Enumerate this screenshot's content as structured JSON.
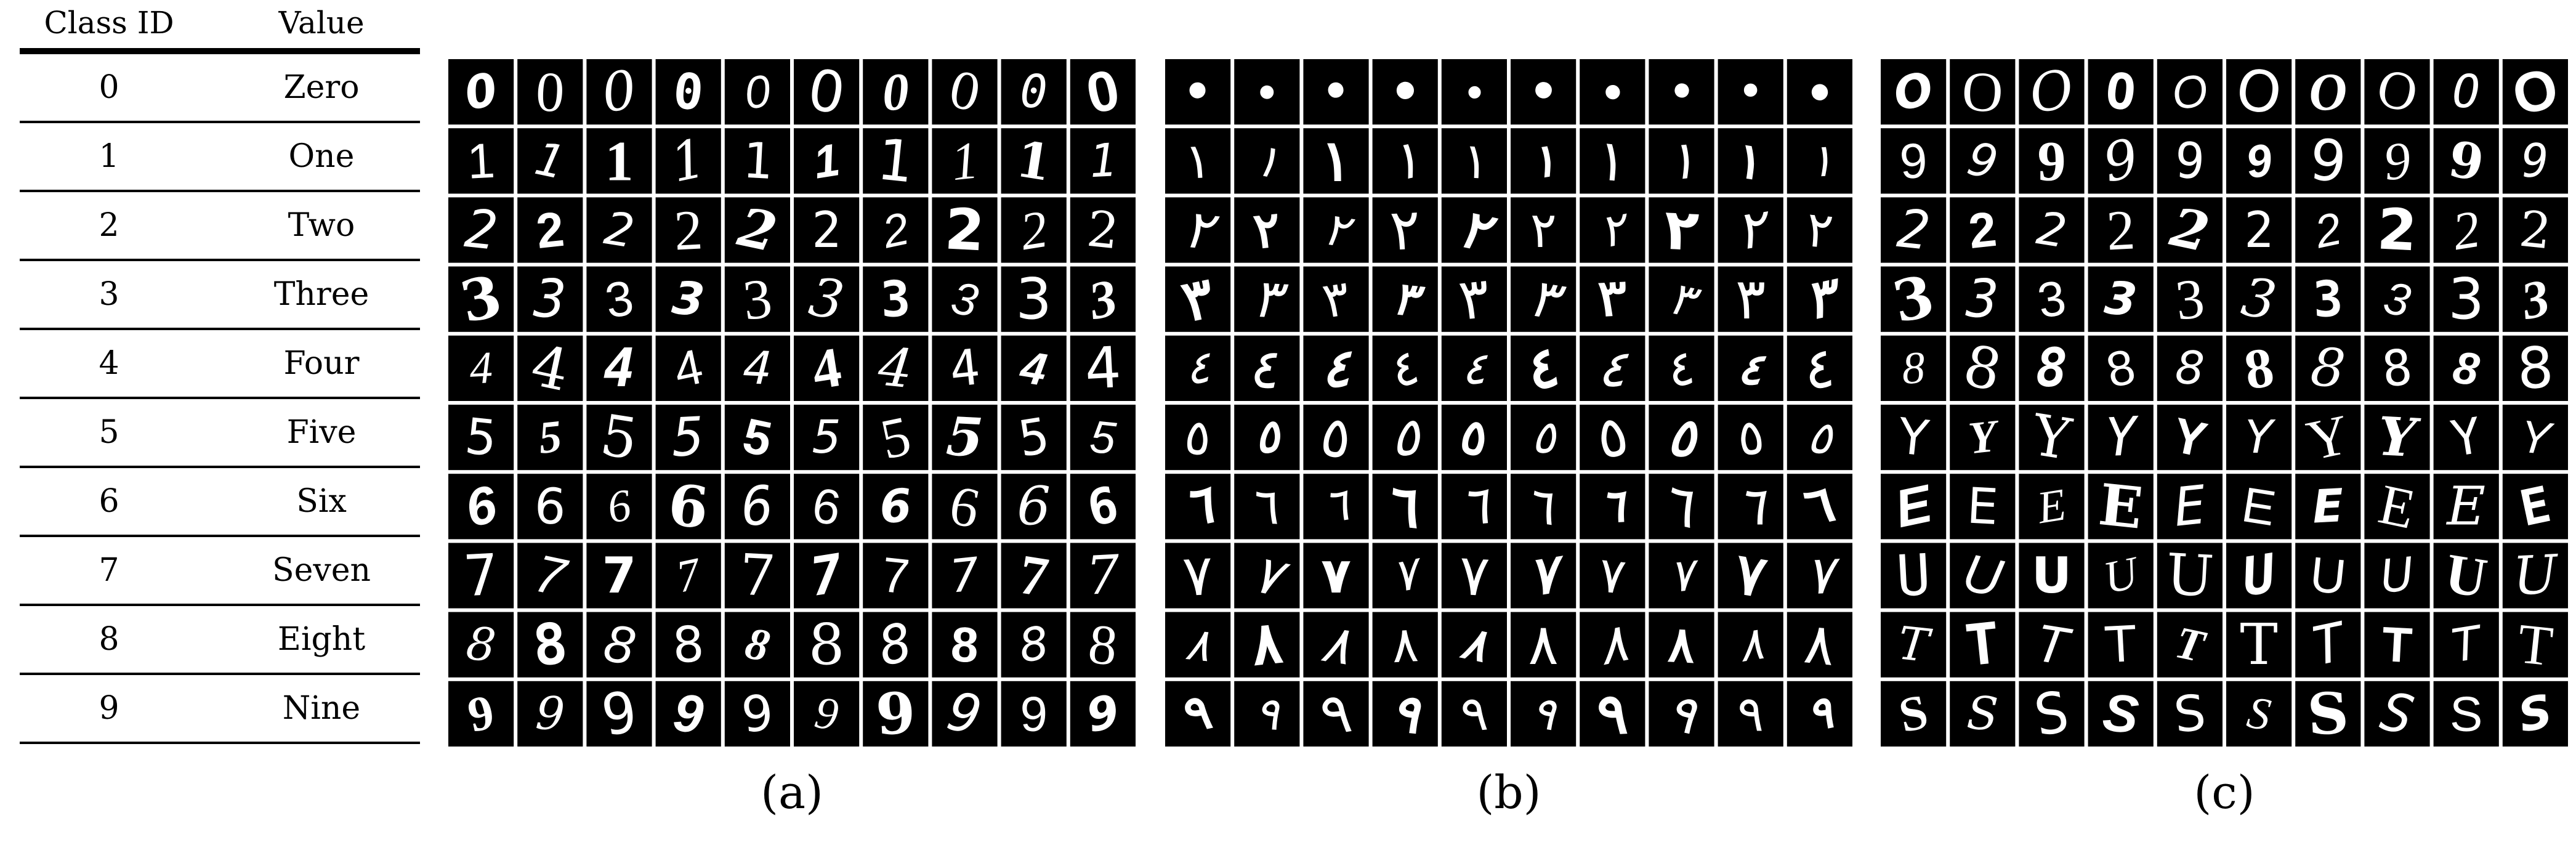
{
  "table": {
    "headers": {
      "class_id": "Class ID",
      "value": "Value"
    },
    "rows": [
      {
        "class_id": "0",
        "value": "Zero"
      },
      {
        "class_id": "1",
        "value": "One"
      },
      {
        "class_id": "2",
        "value": "Two"
      },
      {
        "class_id": "3",
        "value": "Three"
      },
      {
        "class_id": "4",
        "value": "Four"
      },
      {
        "class_id": "5",
        "value": "Five"
      },
      {
        "class_id": "6",
        "value": "Six"
      },
      {
        "class_id": "7",
        "value": "Seven"
      },
      {
        "class_id": "8",
        "value": "Eight"
      },
      {
        "class_id": "9",
        "value": "Nine"
      }
    ]
  },
  "panels": [
    {
      "label": "(a)",
      "glyphs": [
        "0",
        "1",
        "2",
        "3",
        "4",
        "5",
        "6",
        "7",
        "8",
        "9"
      ],
      "samples_per_row": 10
    },
    {
      "label": "(b)",
      "glyphs": [
        "•",
        "١",
        "٢",
        "٣",
        "٤",
        "٥",
        "٦",
        "٧",
        "٨",
        "٩"
      ],
      "samples_per_row": 10
    },
    {
      "label": "(c)",
      "glyphs": [
        "O",
        "9",
        "2",
        "3",
        "8",
        "Y",
        "E",
        "U",
        "T",
        "S"
      ],
      "samples_per_row": 10
    }
  ],
  "colors": {
    "cell_background": "#000000",
    "glyph": "#ffffff",
    "grid_line": "#ffffff"
  }
}
